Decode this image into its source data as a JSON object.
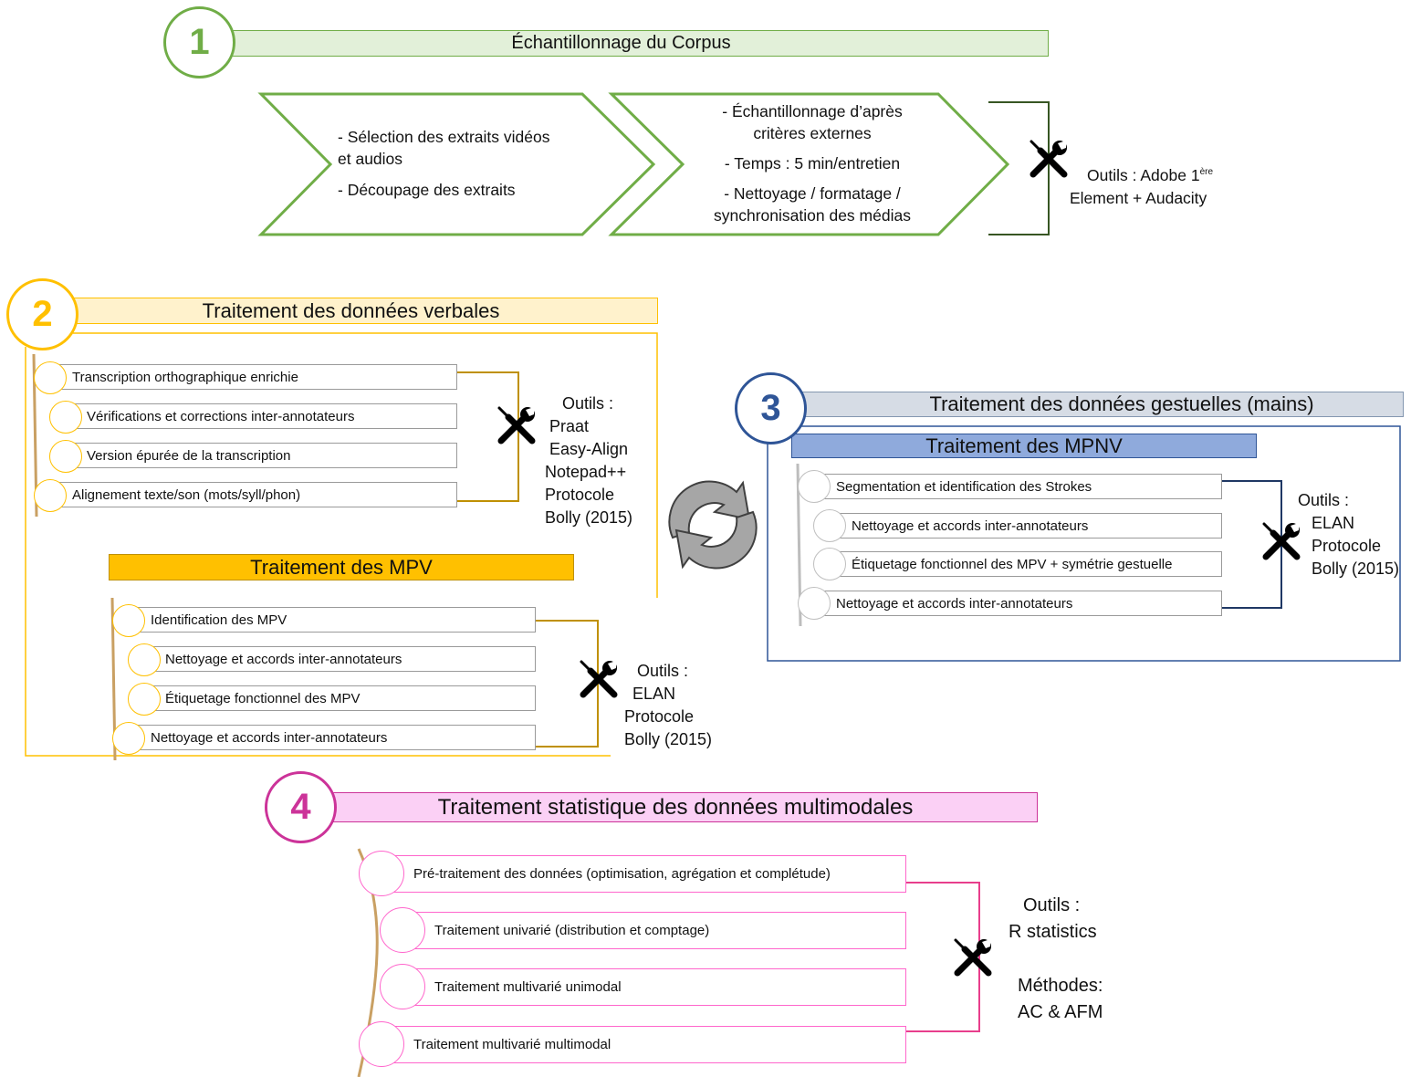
{
  "section1": {
    "number": "1",
    "title": "Échantillonnage du Corpus",
    "chevron1": [
      "- Sélection des extraits vidéos",
      "et audios",
      "- Découpage des extraits"
    ],
    "chevron2": [
      "- Échantillonnage d’après",
      "critères externes",
      "- Temps : 5 min/entretien",
      "- Nettoyage / formatage /",
      "synchronisation des médias"
    ],
    "tools_prefix": "Outils : Adobe 1",
    "tools_sup": "ère",
    "tools_line2": "Element + Audacity"
  },
  "section2": {
    "number": "2",
    "title": "Traitement des données verbales",
    "items": [
      "Transcription orthographique enrichie",
      "Vérifications et corrections inter-annotateurs",
      "Version épurée de la transcription",
      "Alignement texte/son (mots/syll/phon)"
    ],
    "tools": [
      "Outils :",
      "Praat",
      "Easy-Align",
      "Notepad++",
      "Protocole",
      "Bolly (2015)"
    ],
    "mpv_title": "Traitement des MPV",
    "mpv_items": [
      "Identification des MPV",
      "Nettoyage et accords inter-annotateurs",
      "Étiquetage fonctionnel des MPV",
      "Nettoyage et accords inter-annotateurs"
    ],
    "mpv_tools": [
      "Outils :",
      "ELAN",
      "Protocole",
      "Bolly (2015)"
    ]
  },
  "section3": {
    "number": "3",
    "title": "Traitement des données gestuelles (mains)",
    "sub_title": "Traitement des MPNV",
    "items": [
      "Segmentation et identification des Strokes",
      "Nettoyage et accords inter-annotateurs",
      "Étiquetage fonctionnel des MPV + symétrie gestuelle",
      "Nettoyage et accords inter-annotateurs"
    ],
    "tools": [
      "Outils :",
      "ELAN",
      "Protocole",
      "Bolly (2015)"
    ]
  },
  "section4": {
    "number": "4",
    "title": "Traitement statistique des données multimodales",
    "items": [
      "Pré-traitement des données (optimisation, agrégation et complétude)",
      "Traitement univarié (distribution et comptage)",
      "Traitement multivarié unimodal",
      "Traitement multivarié multimodal"
    ],
    "tools": [
      "Outils :",
      "R statistics",
      "Méthodes:",
      "AC & AFM"
    ]
  },
  "colors": {
    "green": "#70ad47",
    "yellow": "#ffc000",
    "gold": "#bf9000",
    "blue": "#2f5597",
    "light_blue": "#8faadc",
    "magenta": "#cc3399",
    "pink": "#ff66cc"
  },
  "icons": [
    "tools-icon",
    "refresh-cycle-icon"
  ]
}
